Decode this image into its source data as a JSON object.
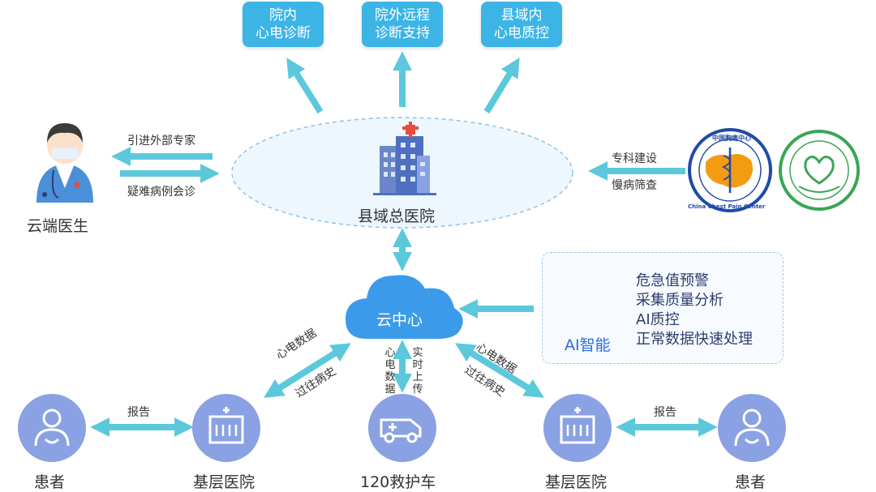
{
  "top_boxes": [
    {
      "line1": "院内",
      "line2": "心电诊断"
    },
    {
      "line1": "院外远程",
      "line2": "诊断支持"
    },
    {
      "line1": "县域内",
      "line2": "心电质控"
    }
  ],
  "center_hospital": "县域总医院",
  "cloud_doctor": {
    "name": "云端医生",
    "arrow_top_label": "引进外部专家",
    "arrow_bottom_label": "疑难病例会诊"
  },
  "right_services": {
    "label1": "专科建设",
    "label2": "慢病筛查",
    "logo1_text": "China Chest Pain Center",
    "logo1_cn": "中国胸痛中心"
  },
  "cloud_center": "云中心",
  "ai_box": {
    "title": "AI智能",
    "items": [
      "危急值预警",
      "采集质量分析",
      "AI质控",
      "正常数据快速处理"
    ]
  },
  "flows": {
    "left_top": "心电数据",
    "left_bottom": "过往病史",
    "right_top": "心电数据",
    "right_bottom": "过往病史",
    "center_left": "心电数据",
    "center_right": "实时上传"
  },
  "bottom": {
    "patient_left": "患者",
    "hospital_left": "基层医院",
    "ambulance": "120救护车",
    "hospital_right": "基层医院",
    "patient_right": "患者",
    "report_left": "报告",
    "report_right": "报告"
  },
  "colors": {
    "accent_blue": "#3db4e6",
    "arrow_cyan": "#5cc8db",
    "icon_purple": "#8aa2e3",
    "cloud_blue": "#3b9bea"
  }
}
